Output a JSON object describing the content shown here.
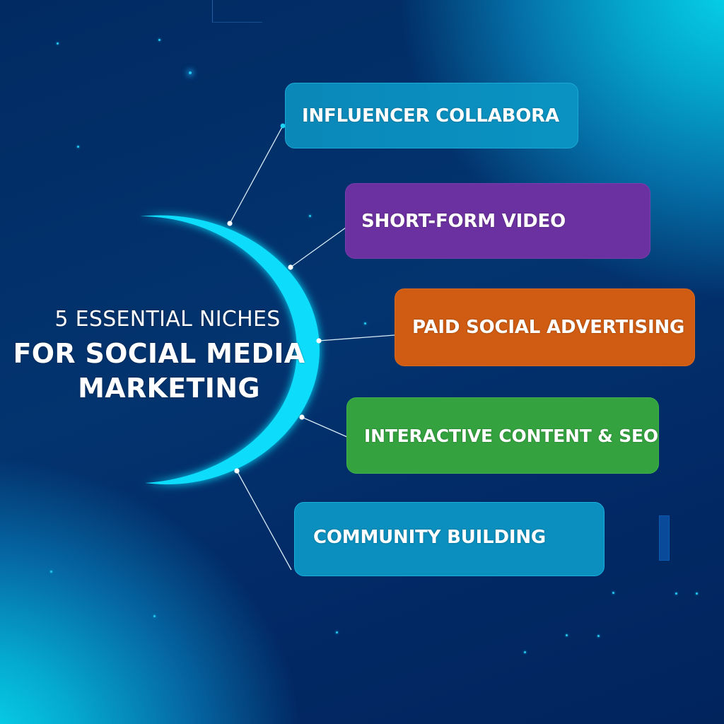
{
  "title": {
    "line1": "5 ESSENTIAL NICHES",
    "line2": "FOR SOCIAL MEDIA",
    "line3": "MARKETING"
  },
  "niches": [
    {
      "label": "INFLUENCER COLLABORA",
      "color": "#0a8fbd",
      "border": "#1aa8d6"
    },
    {
      "label": "SHORT-FORM VIDEO",
      "color": "#6c31a0",
      "border": "#7a3cae"
    },
    {
      "label": "PAID SOCIAL ADVERTISING",
      "color": "#cf5c12",
      "border": "#d86a1e"
    },
    {
      "label": "INTERACTIVE CONTENT & SEO",
      "color": "#34a33f",
      "border": "#3fb24a"
    },
    {
      "label": "COMMUNITY BUILDING",
      "color": "#0a8fbe",
      "border": "#19b0dc"
    }
  ],
  "colors": {
    "arc": "#0fdcfb",
    "connector": "#cfe6f5",
    "background_dark": "#022a64",
    "background_glow": "#06d4ea"
  }
}
